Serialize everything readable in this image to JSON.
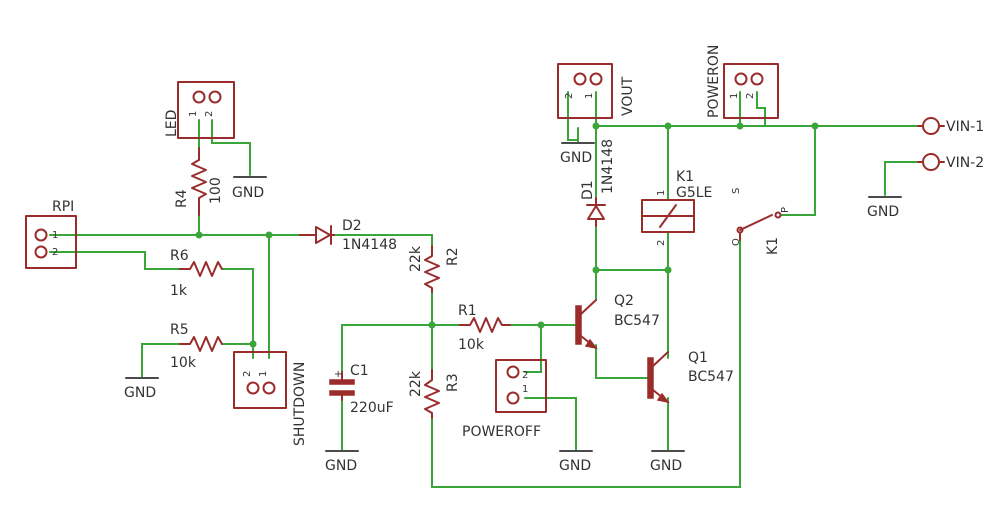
{
  "connectors": {
    "led": "LED",
    "rpi": "RPI",
    "shutdown": "SHUTDOWN",
    "vout": "VOUT",
    "poweron": "POWERON",
    "poweroff": "POWEROFF",
    "vin1": "VIN-1",
    "vin2": "VIN-2",
    "pin1": "1",
    "pin2": "2"
  },
  "components": {
    "r4": {
      "name": "R4",
      "value": "100"
    },
    "r6": {
      "name": "R6",
      "value": "1k"
    },
    "r5": {
      "name": "R5",
      "value": "10k"
    },
    "r2": {
      "name": "R2",
      "value": "22k"
    },
    "r1": {
      "name": "R1",
      "value": "10k"
    },
    "r3": {
      "name": "R3",
      "value": "22k"
    },
    "d2": {
      "name": "D2",
      "value": "1N4148"
    },
    "d1": {
      "name": "D1",
      "value": "1N4148"
    },
    "c1": {
      "name": "C1",
      "value": "220uF",
      "plus": "+"
    },
    "q2": {
      "name": "Q2",
      "value": "BC547"
    },
    "q1": {
      "name": "Q1",
      "value": "BC547"
    },
    "k1coil": {
      "name": "K1",
      "value": "G5LE"
    },
    "k1switch": {
      "name": "K1",
      "s": "S",
      "p": "P",
      "o": "O"
    }
  },
  "gnd": "GND"
}
